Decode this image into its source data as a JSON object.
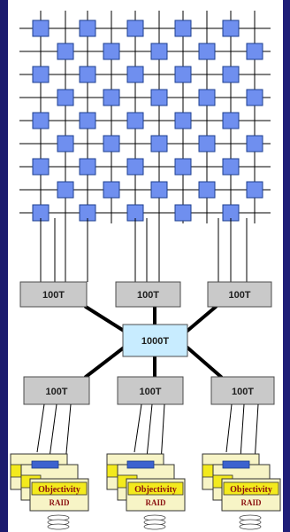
{
  "diagram": {
    "colors": {
      "background": "#21207a",
      "panel": "#ffffff",
      "cpu_node": "#6f8fef",
      "switch": "#c9c9c9",
      "core_switch": "#c8ecff",
      "storage_tag": "#f3ea1d",
      "storage_text": "#8a1010"
    },
    "node_grid": {
      "rows": 9,
      "columns": 5
    },
    "top_switches": [
      "100T",
      "100T",
      "100T"
    ],
    "core_switch": "1000T",
    "bottom_switches": [
      "100T",
      "100T",
      "100T"
    ],
    "storage_units": [
      {
        "label": "Objectivity",
        "sub": "RAID"
      },
      {
        "label": "Objectivity",
        "sub": "RAID"
      },
      {
        "label": "Objectivity",
        "sub": "RAID"
      }
    ]
  }
}
